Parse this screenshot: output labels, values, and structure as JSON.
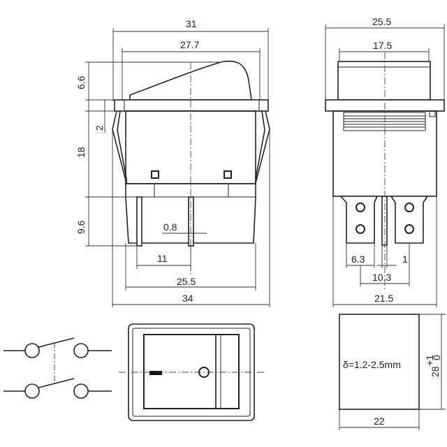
{
  "dimensions": {
    "front_overall_width": "31",
    "front_cap_width": "27.7",
    "front_rocker_height": "6.6",
    "front_flange_thickness": "2",
    "front_body_height": "18",
    "front_terminal_length": "9.6",
    "front_terminal_thickness": "0.8",
    "front_terminal_pitch": "11",
    "front_base_width": "25.5",
    "front_clip_width": "34",
    "side_overall_width": "25.5",
    "side_cap_width": "17.5",
    "side_terminal_width": "6.3",
    "side_terminal_gap": "1",
    "side_terminal_pitch": "10.3",
    "side_body_width": "21.5",
    "cutout_panel_thickness": "δ=1.2-2.5mm",
    "cutout_width": "22",
    "cutout_height": "28",
    "cutout_tolerance_upper": "+1",
    "cutout_tolerance_lower": "0"
  },
  "colors": {
    "line": "#222222",
    "background": "#ffffff"
  }
}
